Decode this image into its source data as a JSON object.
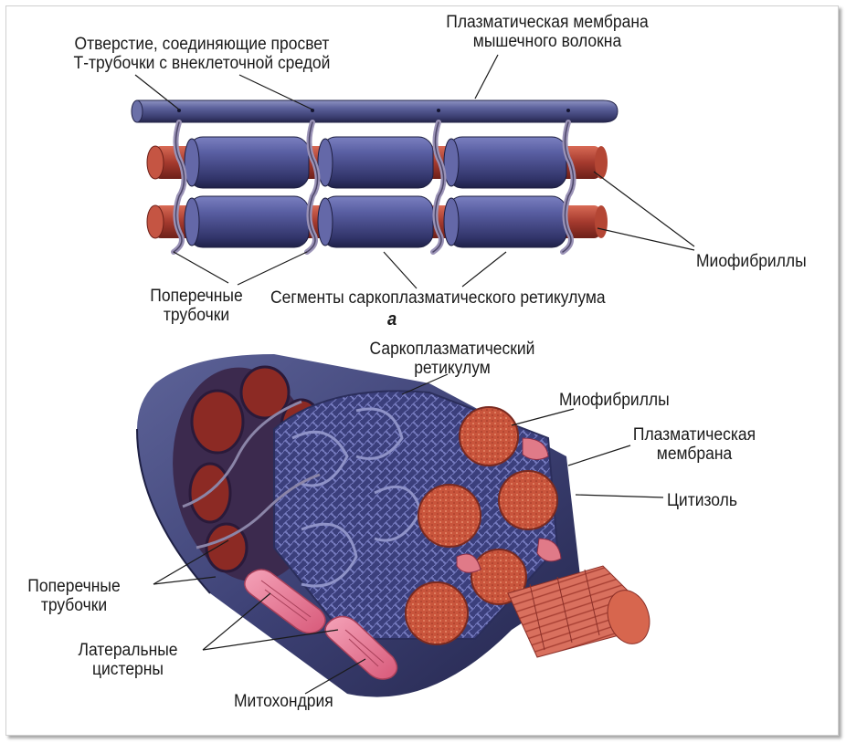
{
  "panel_a": {
    "label_plasma_membrane": "Плазматическая мембрана мышечного волокна",
    "label_plasma_membrane_l1": "Плазматическая мембрана",
    "label_plasma_membrane_l2": "мышечного волокна",
    "label_opening_l1": "Отверстие, соединяющие просвет",
    "label_opening_l2": "Т-трубочки с внеклеточной средой",
    "label_myofibrils": "Миофибриллы",
    "label_t_tubules_l1": "Поперечные",
    "label_t_tubules_l2": "трубочки",
    "label_sr_segments": "Сегменты саркоплазматического ретикулума",
    "sublabel": "а"
  },
  "panel_b": {
    "label_sr_l1": "Саркоплазматический",
    "label_sr_l2": "ретикулум",
    "label_myofibrils": "Миофибриллы",
    "label_membrane_l1": "Плазматическая",
    "label_membrane_l2": "мембрана",
    "label_cytosol": "Цитизоль",
    "label_t_tubules_l1": "Поперечные",
    "label_t_tubules_l2": "трубочки",
    "label_cisterns_l1": "Латеральные",
    "label_cisterns_l2": "цистерны",
    "label_mitochondria": "Митохондрия"
  },
  "colors": {
    "membrane": "#5a5f8e",
    "sr_segment": "#4d5294",
    "myofibril": "#b5473a",
    "myofibril_core": "#d8604a",
    "mitochondria": "#e67a96",
    "tubule": "#8b85a8",
    "leader": "#1a1a1a"
  }
}
